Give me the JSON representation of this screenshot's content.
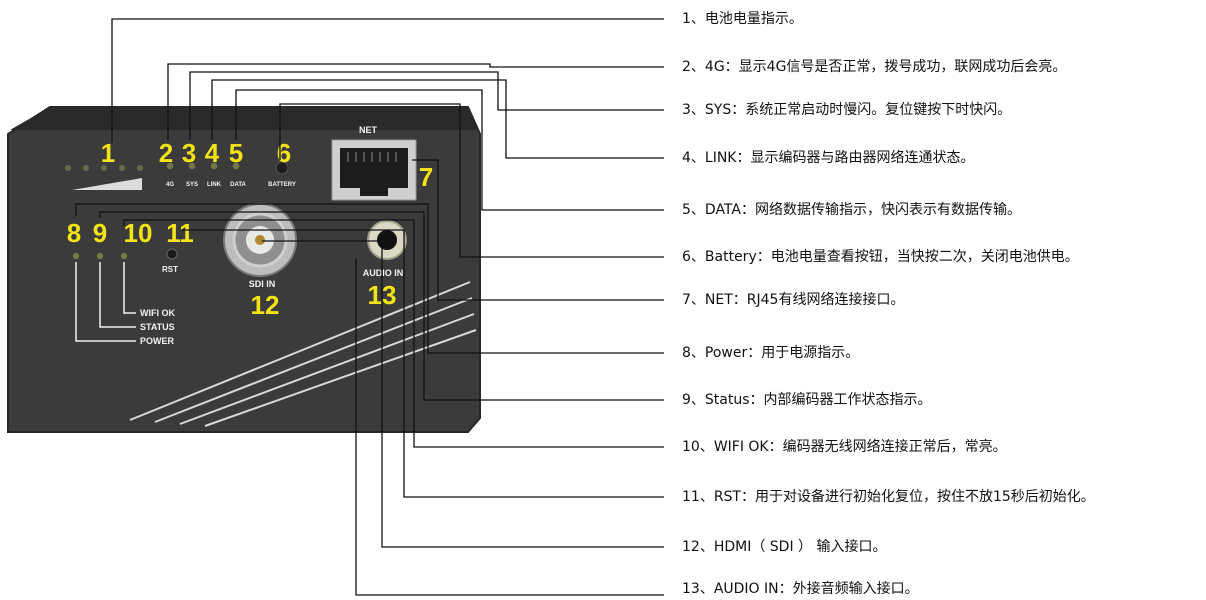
{
  "colors": {
    "device_body": "#3a3a3a",
    "number_yellow": "#f2e414",
    "label_white": "#f2f2f2",
    "leader_line": "#111111"
  },
  "device": {
    "net_label": "NET",
    "rst_label": "RST",
    "sdi_in_label": "SDI IN",
    "audio_in_label": "AUDIO IN",
    "top_led_labels": [
      "4G",
      "SYS",
      "LINK",
      "DATA",
      "BATTERY"
    ],
    "bracket_labels": [
      "WIFI OK",
      "STATUS",
      "POWER"
    ],
    "callout_numbers": [
      "1",
      "2",
      "3",
      "4",
      "5",
      "6",
      "7",
      "8",
      "9",
      "10",
      "11",
      "12",
      "13"
    ]
  },
  "descriptions": [
    "1、电池电量指示。",
    "2、4G：显示4G信号是否正常，拨号成功，联网成功后会亮。",
    "3、SYS：系统正常启动时慢闪。复位键按下时快闪。",
    "4、LINK：显示编码器与路由器网络连通状态。",
    "5、DATA：网络数据传输指示，快闪表示有数据传输。",
    "6、Battery：电池电量查看按钮，当快按二次，关闭电池供电。",
    "7、NET：RJ45有线网络连接接口。",
    "8、Power：用于电源指示。",
    "9、Status：内部编码器工作状态指示。",
    "10、WIFI OK：编码器无线网络连接正常后，常亮。",
    "11、RST：用于对设备进行初始化复位，按住不放15秒后初始化。",
    "12、HDMI（ SDI ） 输入接口。",
    "13、AUDIO IN：外接音频输入接口。"
  ]
}
